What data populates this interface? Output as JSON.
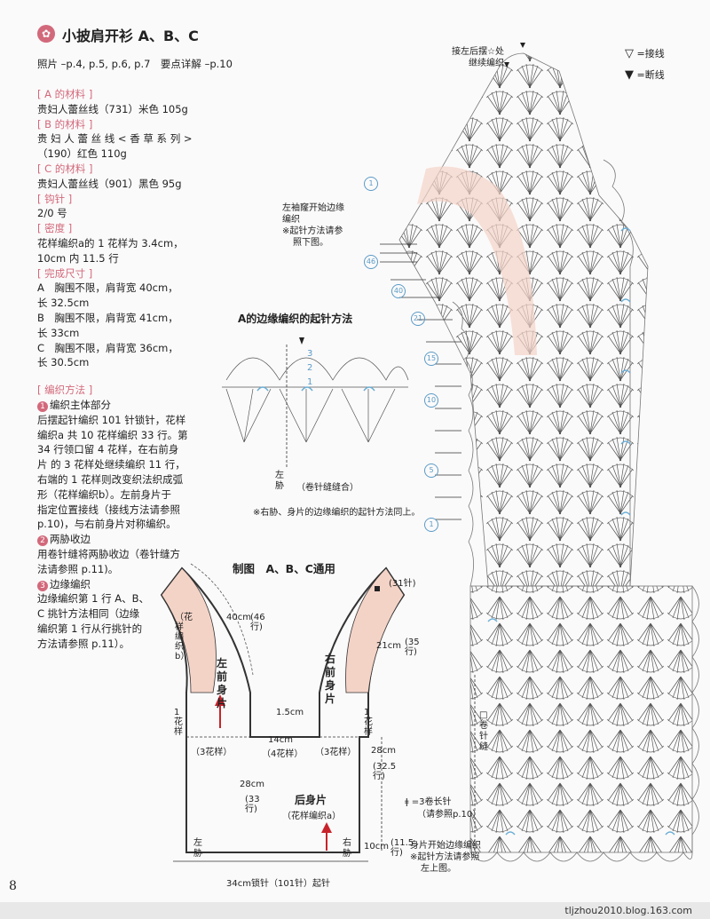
{
  "header": {
    "title": "小披肩开衫 A、B、C",
    "photo_ref": "照片 –p.4, p.5, p.6, p.7　要点详解 –p.10"
  },
  "materials": {
    "a_heading": "[ A 的材料 ]",
    "a_text": "贵妇人蕾丝线（731）米色 105g",
    "b_heading": "[ B 的材料 ]",
    "b_text1": "贵 妇 人 蕾 丝 线 < 香 草 系 列 >",
    "b_text2": "（190）红色 110g",
    "c_heading": "[ C 的材料 ]",
    "c_text": "贵妇人蕾丝线（901）黑色 95g",
    "hook_heading": "[ 钩针 ]",
    "hook_text": "2/0 号",
    "gauge_heading": "[ 密度 ]",
    "gauge_text1": "花样编织a的 1 花样为 3.4cm，",
    "gauge_text2": "10cm 内 11.5 行",
    "size_heading": "[ 完成尺寸 ]",
    "size_a1": "A　胸围不限，肩背宽 40cm，",
    "size_a2": "长 32.5cm",
    "size_b1": "B　胸围不限，肩背宽 41cm，",
    "size_b2": "长 33cm",
    "size_c1": "C　胸围不限，肩背宽 36cm，",
    "size_c2": "长 30.5cm"
  },
  "method": {
    "heading": "[ 编织方法 ]",
    "step1_num": "1",
    "step1_title": "编织主体部分",
    "step1_l1": "后摆起针编织 101 针锁针，花样",
    "step1_l2": "编织a 共 10 花样编织 33 行。第",
    "step1_l3": "34 行领口留 4 花样，在右前身",
    "step1_l4": "片 的 3 花样处继续编织 11 行，",
    "step1_l5": "右端的 1 花样则改变织法织成弧",
    "step1_l6": "形（花样编织b）。左前身片于",
    "step1_l7": "指定位置接线（接线方法请参照",
    "step1_l8": "p.10)，与右前身片对称编织。",
    "step2_num": "2",
    "step2_title": "两胁收边",
    "step2_l1": "用卷针缝将两胁收边（卷针缝方",
    "step2_l2": "法请参照 p.11)。",
    "step3_num": "3",
    "step3_title": "边缘编织",
    "step3_l1": "边缘编织第 1 行 A、B、",
    "step3_l2": "C 挑针方法相同（边缘",
    "step3_l3": "编织第 1 行从行挑针的",
    "step3_l4": "方法请参照 p.11）。"
  },
  "legend": {
    "join": "=接线",
    "cut": "=断线",
    "triple": "=3卷长针",
    "triple_ref": "（请参照p.10）"
  },
  "edge_diagram": {
    "title": "A的边缘编织的起针方法",
    "side_label": "左胁",
    "seam_label": "（卷针缝缝合）",
    "note": "※右胁、身片的边缘编织的起针方法同上。",
    "marks": [
      "3",
      "2",
      "1"
    ]
  },
  "stitch_chart": {
    "note_top1": "接左后摆☆处",
    "note_top2": "继续编织",
    "note_sleeve1": "左袖窿开始边缘",
    "note_sleeve2": "编织",
    "note_sleeve3": "※起针方法请参",
    "note_sleeve4": "照下图。",
    "note_bottom1": "身片开始边缘编织",
    "note_bottom2": "※起针方法请参照",
    "note_bottom3": "左上图。",
    "seam_label": "□卷针缝",
    "row_marks": [
      "1",
      "46",
      "40",
      "21",
      "15",
      "10",
      "5",
      "1"
    ]
  },
  "schematic": {
    "title": "制图　A、B、C通用",
    "left_front": "左前身片",
    "right_front": "右前身片",
    "back": "后身片",
    "back_pattern": "（花样编织a）",
    "strip_label": "（花样编织b）",
    "st_31": "(31针)",
    "len_40": "40cm",
    "rows_46": "(46行)",
    "len_21": "21cm",
    "rows_35": "(35行)",
    "len_15": "1.5cm",
    "one_pattern_l": "1花样",
    "one_pattern_r": "1花样",
    "three_p_l": "（3花样）",
    "three_p_r": "（3花样）",
    "center_14": "14cm",
    "center_4p": "（4花样）",
    "height_28": "28cm",
    "rows_33": "(33行)",
    "right_28": "28cm",
    "rows_325": "(32.5行)",
    "len_10": "10cm",
    "rows_115": "(11.5行)",
    "side_l": "左胁",
    "side_r": "右胁",
    "bottom": "34cm锁针（101针）起针"
  },
  "page": {
    "number": "8",
    "footer": "tljzhou2010.blog.163.com"
  },
  "colors": {
    "accent": "#d2697b",
    "strip_fill": "#f4d3c7",
    "arrow_red": "#c8232b",
    "stitch_blue": "#6aaed6"
  }
}
